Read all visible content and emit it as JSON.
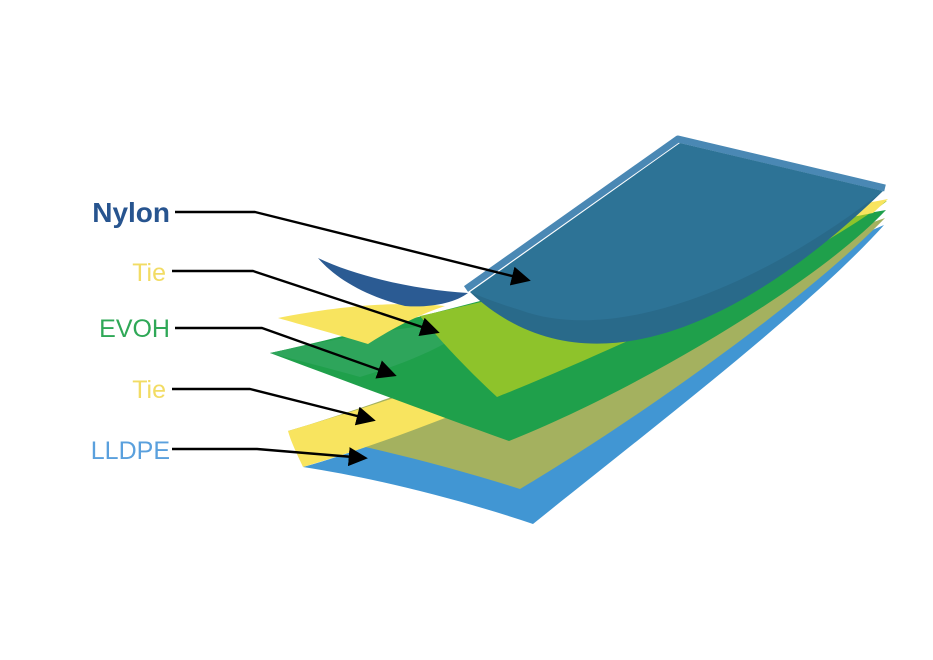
{
  "diagram": {
    "stack_order": [
      "Nylon",
      "Tie",
      "EVOH",
      "Tie",
      "LLDPE"
    ],
    "labels": [
      {
        "id": "nylon",
        "text": "Nylon",
        "color": "#27548f"
      },
      {
        "id": "tie-upper",
        "text": "Tie",
        "color": "#f2dc64"
      },
      {
        "id": "evoh",
        "text": "EVOH",
        "color": "#2fa857"
      },
      {
        "id": "tie-lower",
        "text": "Tie",
        "color": "#f2dc64"
      },
      {
        "id": "lldpe",
        "text": "LLDPE",
        "color": "#5aa0dd"
      }
    ],
    "colors": {
      "background": "#ffffff",
      "nylon_face": "#2d7396",
      "nylon_edge_highlight": "#4a88b4",
      "nylon_curl_underside": "#2b5b93",
      "nylon_bend_shade": "rgba(0,0,0,0.08)",
      "tie_yellow": "#f8e45f",
      "tie_over_evoh_lime": "#8ec32b",
      "evoh_green": "#2ea55b",
      "evoh_dark_green": "#1fa04b",
      "tie_over_lldpe_olive": "#a4b15f",
      "lldpe_blue": "#4196d3",
      "leader_line": "#000000"
    }
  }
}
